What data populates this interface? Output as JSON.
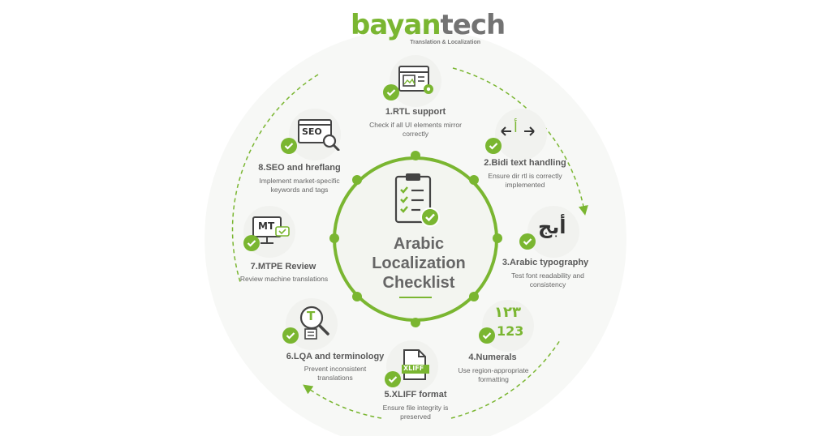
{
  "brand": {
    "name_part1": "bayan",
    "name_part2": "tech",
    "tagline": "Translation & Localization"
  },
  "center": {
    "title_line1": "Arabic",
    "title_line2": "Localization",
    "title_line3": "Checklist"
  },
  "steps": [
    {
      "title": "1.RTL support",
      "desc": "Check if all UI elements mirror correctly",
      "icon": "browser-settings-icon"
    },
    {
      "title": "2.Bidi text handling",
      "desc": "Ensure dir rtl is correctly implemented",
      "icon": "bidi-arrows-icon"
    },
    {
      "title": "3.Arabic typography",
      "desc": "Test font readability and consistency",
      "icon": "arabic-letters-icon"
    },
    {
      "title": "4.Numerals",
      "desc": "Use region-appropriate formatting",
      "icon": "numerals-icon"
    },
    {
      "title": "5.XLIFF format",
      "desc": "Ensure file integrity is preserved",
      "icon": "xliff-file-icon"
    },
    {
      "title": "6.LQA and terminology",
      "desc": "Prevent inconsistent translations",
      "icon": "terminology-search-icon"
    },
    {
      "title": "7.MTPE Review",
      "desc": "Review machine translations",
      "icon": "mt-monitor-icon"
    },
    {
      "title": "8.SEO and hreflang",
      "desc": "Implement market-specific keywords and tags",
      "icon": "seo-search-icon"
    }
  ],
  "icon_text": {
    "seo": "SEO",
    "mt": "MT",
    "lqa": "T",
    "xliff": "XLIFF",
    "arabic_letters": "أبج",
    "arabic_digits": "١٢٣",
    "latin_digits": "123",
    "bidi_letter": "أ"
  },
  "colors": {
    "accent": "#7ab631",
    "text": "#595959",
    "icon_bg": "#f1f2ef"
  }
}
